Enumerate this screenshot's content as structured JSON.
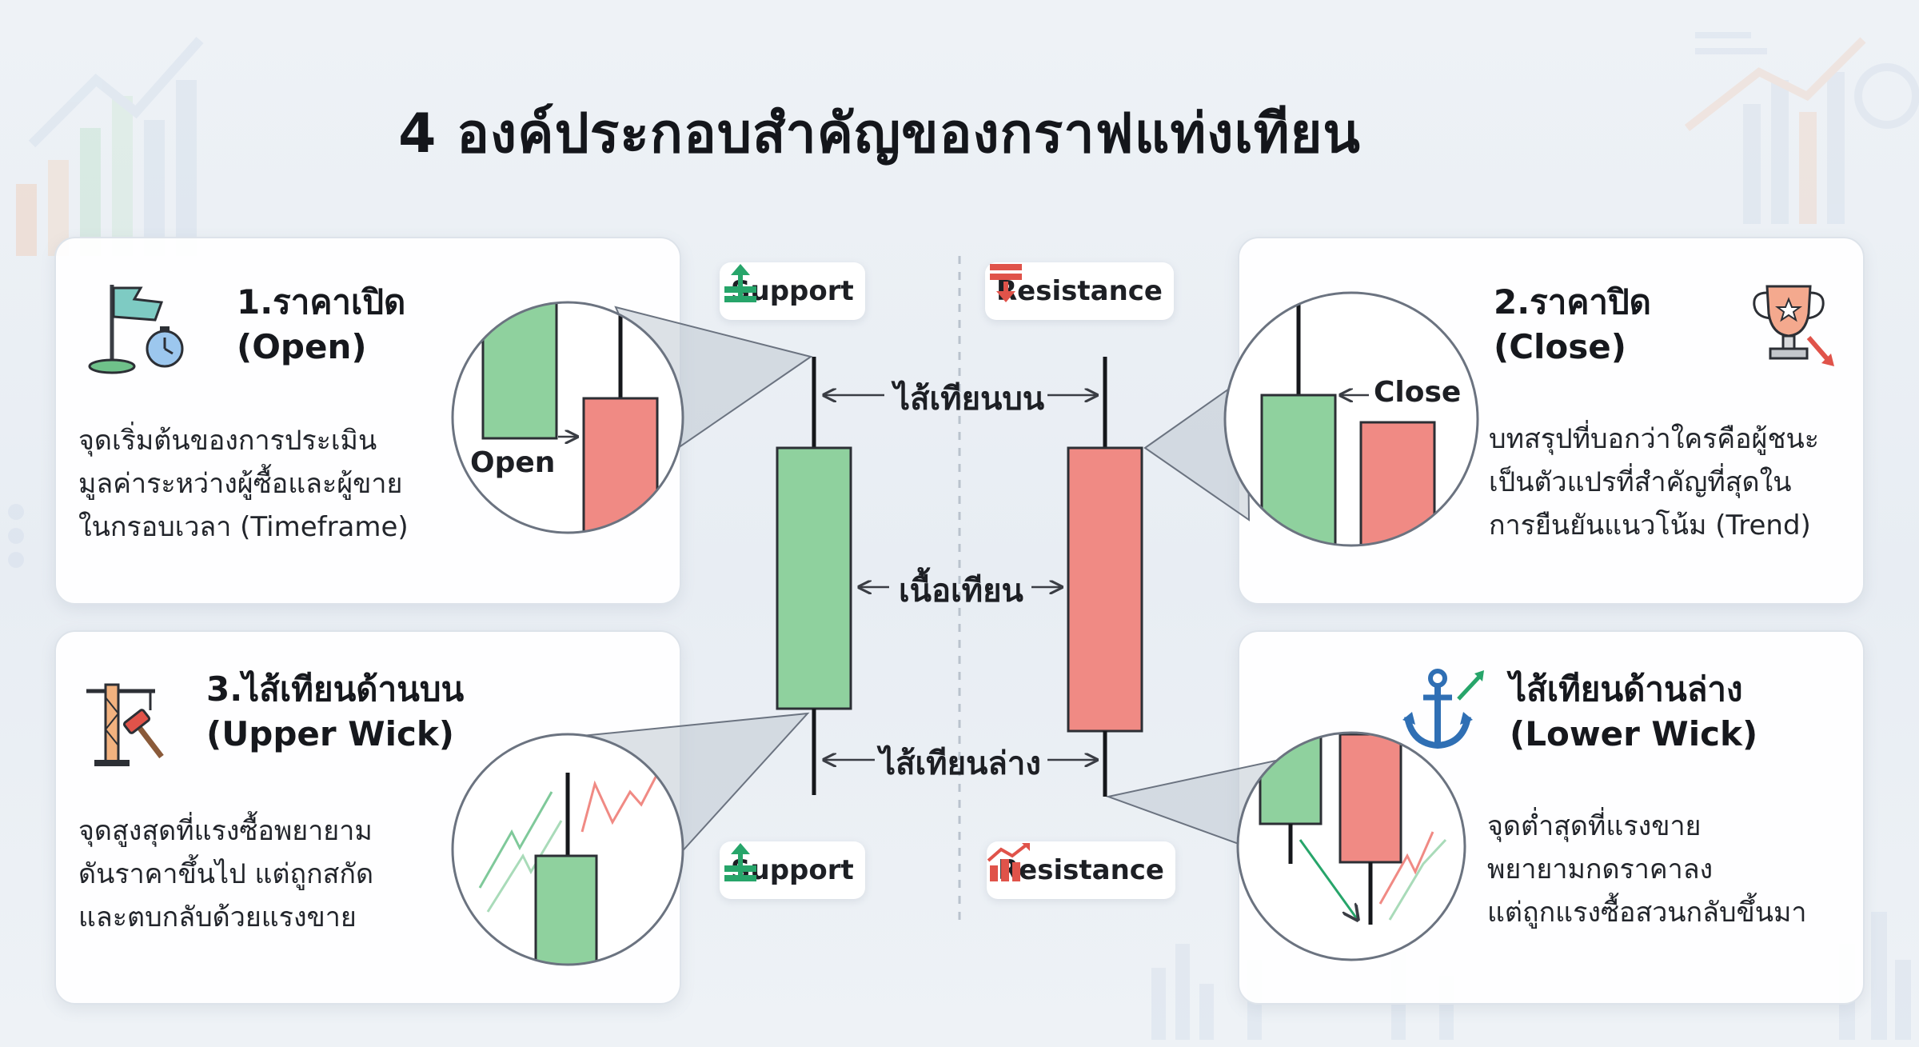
{
  "title": "4 องค์ประกอบสำคัญของกราฟแท่งเทียน",
  "colors": {
    "bull": "#8fd19e",
    "bull_edge": "#2c2f35",
    "bear": "#f08a84",
    "wick": "#15171b",
    "support_green": "#27a56a",
    "resistance_red": "#e0534a"
  },
  "cards": {
    "open": {
      "title_line1": "1.ราคาเปิด",
      "title_line2": "(Open)",
      "desc": [
        "จุดเริ่มต้นของการประเมิน",
        "มูลค่าระหว่างผู้ซื้อและผู้ขาย",
        "ในกรอบเวลา (Timeframe)"
      ],
      "zoom_label": "Open",
      "icon": "flag-clock-icon"
    },
    "close": {
      "title_line1": "2.ราคาปิด",
      "title_line2": "(Close)",
      "desc": [
        "บทสรุปที่บอกว่าใครคือผู้ชนะ",
        "เป็นตัวแปรที่สำคัญที่สุดใน",
        "การยืนยันแนวโน้ม (Trend)"
      ],
      "zoom_label": "Close",
      "icon": "trophy-icon"
    },
    "upper": {
      "title_line1": "3.ไส้เทียนด้านบน",
      "title_line2": "(Upper Wick)",
      "desc": [
        "จุดสูงสุดที่แรงซื้อพยายาม",
        "ดันราคาขึ้นไป แต่ถูกสกัด",
        "และตบกลับด้วยแรงขาย"
      ],
      "icon": "crane-hammer-icon"
    },
    "lower": {
      "title_line1": "ไส้เทียนด้านล่าง",
      "title_line2": "(Lower Wick)",
      "desc": [
        "จุดต่ำสุดที่แรงขาย",
        "พยายามกดราคาลง",
        "แต่ถูกแรงซื้อสวนกลับขึ้นมา"
      ],
      "icon": "anchor-icon"
    }
  },
  "center": {
    "support_top": "Support",
    "resistance_top": "Resistance",
    "support_bottom": "Support",
    "resistance_bottom": "Resistance",
    "upper_wick": "ไส้เทียนบน",
    "body": "เนื้อเทียน",
    "lower_wick": "ไส้เทียนล่าง"
  }
}
